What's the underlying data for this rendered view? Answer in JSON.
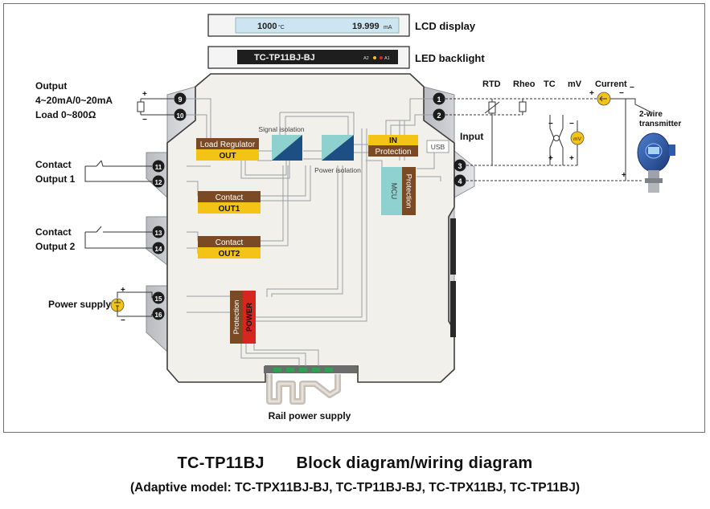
{
  "top": {
    "lcd": {
      "value1": "1000",
      "unit1": "°C",
      "value2": "19.999",
      "unit2": "mA",
      "label": "LCD display"
    },
    "led": {
      "model": "TC-TP11BJ-BJ",
      "a2": "A2",
      "a1": "A1",
      "label": "LED backlight"
    }
  },
  "left": {
    "output_title": "Output",
    "output_range": "4~20mA/0~20mA",
    "output_load": "Load 0~800Ω",
    "contact1_line1": "Contact",
    "contact1_line2": "Output 1",
    "contact2_line1": "Contact",
    "contact2_line2": "Output 2",
    "power_supply": "Power supply",
    "plus": "+",
    "minus": "−"
  },
  "terminals": [
    "9",
    "10",
    "11",
    "12",
    "13",
    "14",
    "15",
    "16",
    "1",
    "2",
    "3",
    "4"
  ],
  "blocks": {
    "load_reg_top": "Load Regulator",
    "load_reg_bottom": "OUT",
    "signal_isolation": "Signal isolation",
    "power_isolation": "Power isolation",
    "in_top": "IN",
    "in_bottom": "Protection",
    "usb": "USB",
    "mcu": "MCU",
    "protection": "Protection",
    "contact_a_top": "Contact",
    "contact_a_bottom": "OUT1",
    "contact_b_top": "Contact",
    "contact_b_bottom": "OUT2",
    "pwr_protection": "Protection",
    "pwr_power": "POWER"
  },
  "right": {
    "rtd": "RTD",
    "rheo": "Rheo",
    "tc": "TC",
    "mv": "mV",
    "current": "Current",
    "input": "Input",
    "mv_meter": "mV",
    "transmitter_line1": "2-wire",
    "transmitter_line2": "transmitter",
    "plus": "+",
    "minus": "−"
  },
  "rail_label": "Rail power supply",
  "caption": {
    "model": "TC-TP11BJ",
    "title": "Block diagram/wiring diagram",
    "adaptive": "(Adaptive model: TC-TPX11BJ-BJ, TC-TP11BJ-BJ, TC-TPX11BJ, TC-TP11BJ)"
  },
  "colors": {
    "module_body": "#f1f0ea",
    "module_side": "#cfd0d4",
    "brown": "#7a4a24",
    "yellow": "#f3c416",
    "teal": "#8fd1cf",
    "navy": "#1d4f84",
    "red": "#d7261e",
    "lcd_screen": "#cde4f1"
  }
}
